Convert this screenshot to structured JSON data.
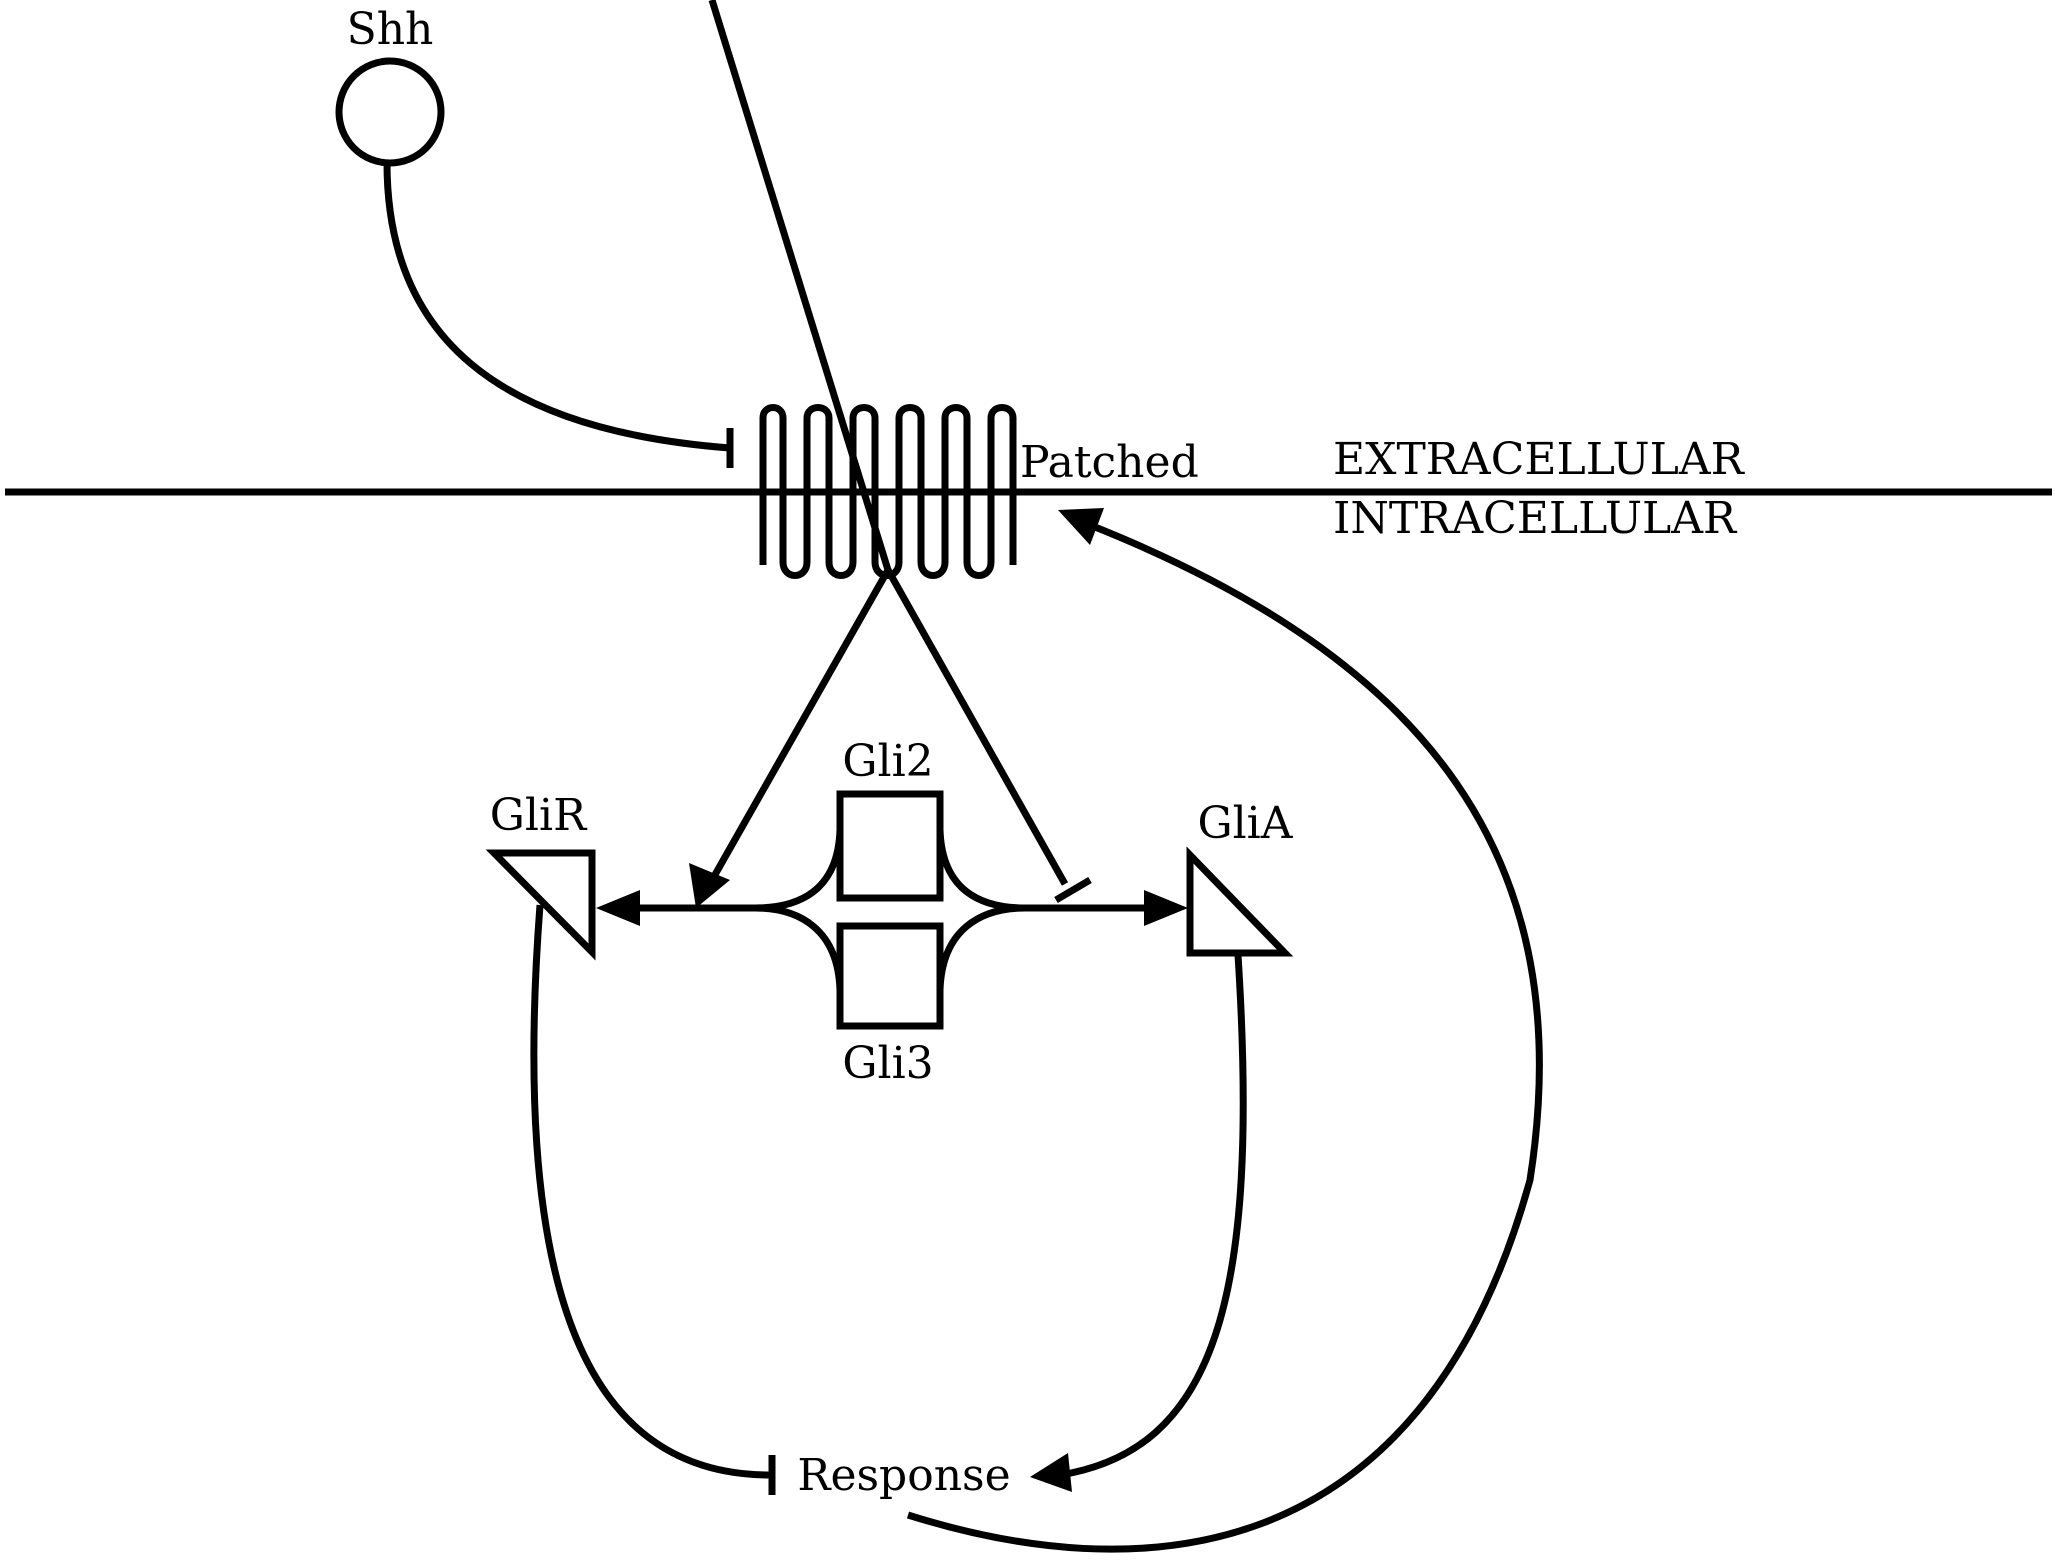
{
  "diagram": {
    "labels": {
      "shh": "Shh",
      "patched": "Patched",
      "extracellular": "EXTRACELLULAR",
      "intracellular": "INTRACELLULAR",
      "gli2": "Gli2",
      "gli3": "Gli3",
      "glir": "GliR",
      "glia": "GliA",
      "response": "Response"
    },
    "edges": [
      {
        "from": "Shh",
        "to": "Patched",
        "type": "inhibition"
      },
      {
        "from": "Patched",
        "to": "GliR",
        "type": "activation"
      },
      {
        "from": "Patched",
        "to": "GliA",
        "type": "inhibition"
      },
      {
        "from": "Gli2/Gli3",
        "to": "GliR",
        "type": "activation"
      },
      {
        "from": "Gli2/Gli3",
        "to": "GliA",
        "type": "activation"
      },
      {
        "from": "GliR",
        "to": "Response",
        "type": "inhibition"
      },
      {
        "from": "GliA",
        "to": "Response",
        "type": "activation"
      },
      {
        "from": "Response",
        "to": "Patched",
        "type": "activation"
      }
    ],
    "colors": {
      "line": "#000000",
      "background": "#ffffff"
    }
  }
}
